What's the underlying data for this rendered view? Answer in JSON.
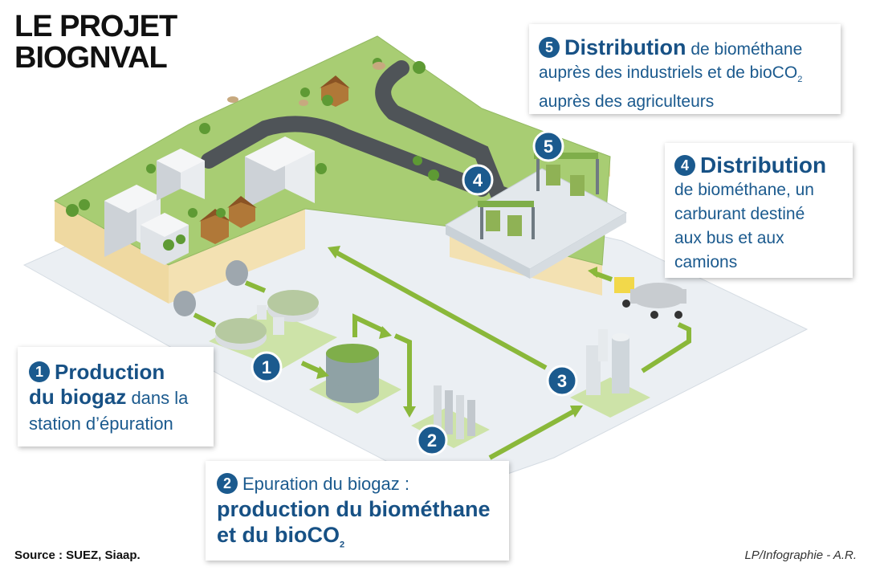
{
  "title": {
    "line1": "LE PROJET",
    "line2": "BIOGNVAL"
  },
  "steps": {
    "s1": {
      "number": "1",
      "bold1": "Production",
      "bold2": "du biogaz",
      "rest2": " dans la",
      "line3": "station d’épuration"
    },
    "s2": {
      "number": "2",
      "line1": "Epuration du biogaz :",
      "bold2": "production du biométhane",
      "bold3": "et du bioCO",
      "sub3": "2"
    },
    "s3": {
      "number": "3"
    },
    "s4": {
      "number": "4",
      "bold1": "Distribution",
      "lines": [
        "de biométhane, un",
        "carburant destiné",
        "aux bus et aux",
        "camions"
      ]
    },
    "s5": {
      "number": "5",
      "bold1": "Distribution",
      "rest1": " de biométhane",
      "line2": "auprès des industriels et de bioCO",
      "sub2": "2",
      "line3": "auprès des agriculteurs"
    }
  },
  "footer": {
    "source": "Source : SUEZ, Siaap.",
    "credit": "LP/Infographie - A.R."
  },
  "colors": {
    "badge": "#1b5a8e",
    "text": "#1b5a8e",
    "arrow": "#8ab83a",
    "grass": "#a6cc72",
    "earth": "#f1dfae",
    "road": "#555a5e",
    "platform": "#e8edf1"
  }
}
